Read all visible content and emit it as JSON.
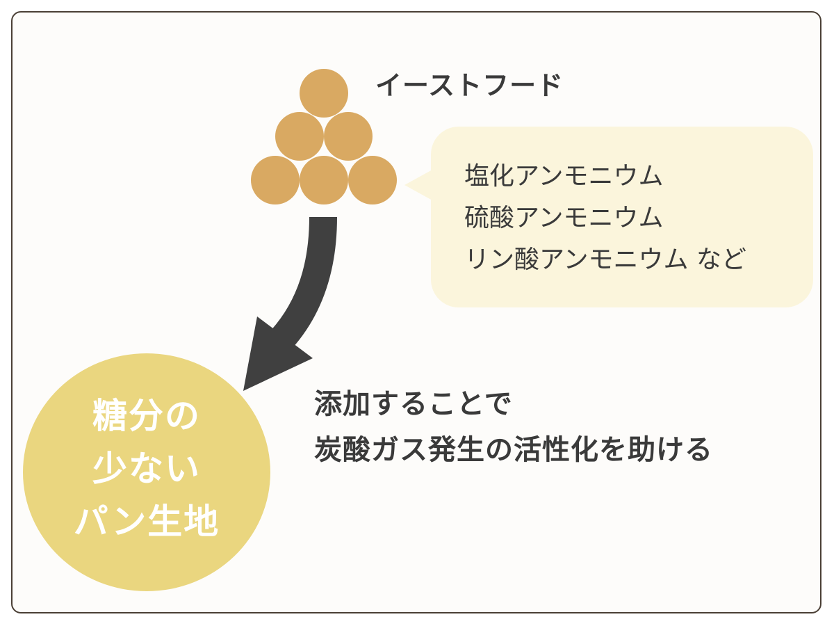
{
  "diagram": {
    "yeast_food": {
      "title": "イーストフード",
      "examples": [
        "塩化アンモニウム",
        "硫酸アンモニウム",
        "リン酸アンモニウム など"
      ]
    },
    "dough": {
      "lines": [
        "糖分の",
        "少ない",
        "パン生地"
      ]
    },
    "caption": {
      "lines": [
        "添加することで",
        "炭酸ガス発生の活性化を助ける"
      ]
    },
    "colors": {
      "granule": "#d9a962",
      "dough_circle": "#ead67f",
      "bubble": "#fbf5dc",
      "arrow": "#404040",
      "text": "#3a3a3a",
      "frame_border": "#4a3f35"
    }
  }
}
